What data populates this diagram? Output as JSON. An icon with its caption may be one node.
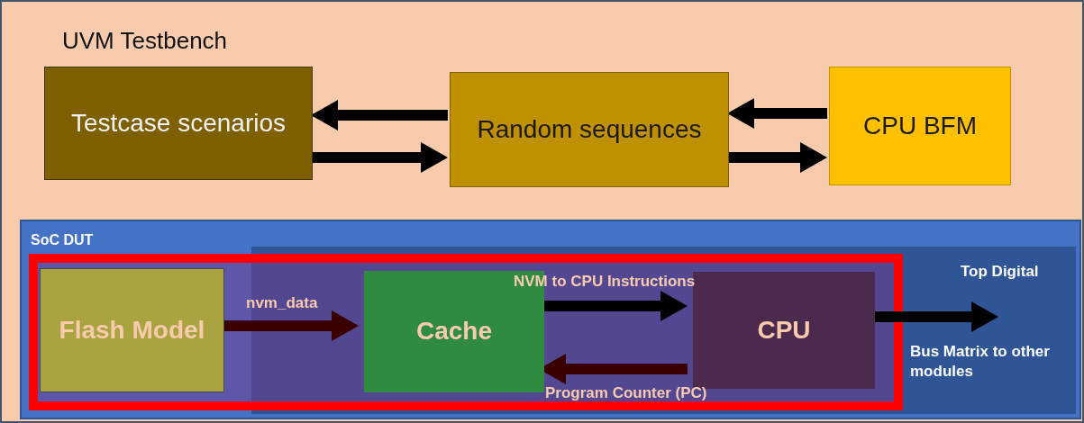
{
  "diagram": {
    "nodes": [
      {
        "text": [
          "UVM Testbench"
        ]
      },
      {
        "text": [
          "Testcase scenarios"
        ],
        "in": 0
      },
      {
        "text": [
          "Random sequences"
        ],
        "in": 0
      },
      {
        "text": [
          "CPU BFM"
        ],
        "in": 0
      },
      {
        "text": [
          "SoC DUT"
        ],
        "in": 0
      },
      {
        "text": [
          "Top Digital"
        ],
        "in": 4
      },
      {
        "text": [
          "Flash Model"
        ],
        "in": 4
      },
      {
        "text": [
          "Cache"
        ],
        "in": 5
      },
      {
        "text": [
          "CPU"
        ],
        "in": 5
      }
    ],
    "edges": [
      {
        "from": 2,
        "to": 1,
        "arrow": "to"
      },
      {
        "from": 1,
        "to": 2,
        "arrow": "to"
      },
      {
        "from": 3,
        "to": 2,
        "arrow": "to"
      },
      {
        "from": 2,
        "to": 3,
        "arrow": "to"
      },
      {
        "from": 6,
        "to": 7,
        "arrow": "to",
        "label": "nvm_data",
        "color": "#3a0000"
      },
      {
        "from": 7,
        "to": 8,
        "arrow": "to",
        "label": "NVM to CPU Instructions"
      },
      {
        "from": 8,
        "to": 7,
        "arrow": "to",
        "label": "Program Counter (PC)",
        "color": "#3a0000"
      },
      {
        "from": 8,
        "to": null,
        "arrow": "to",
        "label": "Bus Matrix to other modules"
      }
    ]
  }
}
